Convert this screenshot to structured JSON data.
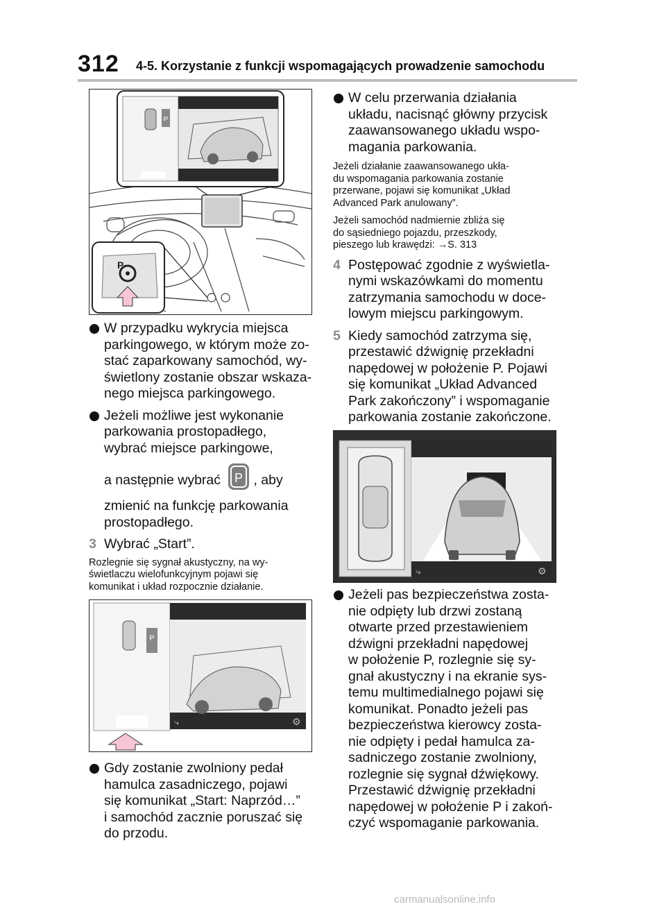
{
  "header": {
    "page_number": "312",
    "section_title": "4-5. Korzystanie z funkcji wspomagających prowadzenie samochodu"
  },
  "left_column": {
    "bullet1_lines": [
      "W przypadku wykrycia miejsca",
      "parkingowego, w którym może zo-",
      "stać zaparkowany samochód, wy-",
      "świetlony zostanie obszar wskaza-",
      "nego miejsca parkingowego."
    ],
    "bullet2_lines": [
      "Jeżeli możliwe jest wykonanie",
      "parkowania prostopadłego,",
      "wybrać miejsce parkingowe,"
    ],
    "bullet2_inline_before": "a następnie wybrać",
    "bullet2_inline_after": ", aby",
    "bullet2_lines_after": [
      "zmienić na funkcję parkowania",
      "prostopadłego."
    ],
    "step3_number": "3",
    "step3_text": "Wybrać „Start”.",
    "step3_note_lines": [
      "Rozlegnie się sygnał akustyczny, na wy-",
      "świetlaczu wielofunkcyjnym pojawi się",
      "komunikat i układ rozpocznie działanie."
    ],
    "bullet3_lines": [
      "Gdy zostanie zwolniony pedał",
      "hamulca zasadniczego, pojawi",
      "się komunikat „Start: Naprzód…”",
      "i samochód zacznie poruszać się",
      "do przodu."
    ]
  },
  "right_column": {
    "bullet1_lines": [
      "W celu przerwania działania",
      "układu, nacisnąć główny przycisk",
      "zaawansowanego układu wspo-",
      "magania parkowania."
    ],
    "note1_lines": [
      "Jeżeli działanie zaawansowanego ukła-",
      "du wspomagania parkowania zostanie",
      "przerwane, pojawi się komunikat „Układ",
      "Advanced Park anulowany”."
    ],
    "note2_lines": [
      "Jeżeli samochód nadmiernie zbliża się",
      "do sąsiedniego pojazdu, przeszkody,",
      "pieszego lub krawędzi: →S. 313"
    ],
    "step4_number": "4",
    "step4_lines": [
      "Postępować zgodnie z wyświetla-",
      "nymi wskazówkami do momentu",
      "zatrzymania samochodu w doce-",
      "lowym miejscu parkingowym."
    ],
    "step5_number": "5",
    "step5_lines": [
      "Kiedy samochód zatrzyma się,",
      "przestawić dźwignię przekładni",
      "napędowej w położenie P. Pojawi",
      "się komunikat „Układ Advanced",
      "Park zakończony” i wspomaganie",
      "parkowania zostanie zakończone."
    ],
    "bullet2_lines": [
      "Jeżeli pas bezpieczeństwa zosta-",
      "nie odpięty lub drzwi zostaną",
      "otwarte przed przestawieniem",
      "dźwigni przekładni napędowej",
      "w położenie P, rozlegnie się sy-",
      "gnał akustyczny i na ekranie sys-",
      "temu multimedialnego pojawi się",
      "komunikat. Ponadto jeżeli pas",
      "bezpieczeństwa kierowcy zosta-",
      "nie odpięty i pedał hamulca za-",
      "sadniczego zostanie zwolniony,",
      "rozlegnie się sygnał dźwiękowy.",
      "Przestawić dźwignię przekładni",
      "napędowej w położenie P i zakoń-",
      "czyć wspomaganie parkowania."
    ]
  },
  "figures": {
    "screen_p_label": "P",
    "button_p_label": "P",
    "inline_icon_label": "P"
  },
  "footer": {
    "watermark": "carmanualsonline.info"
  },
  "colors": {
    "step_number": "#8c8c8c",
    "arrow_pink": "#f6c6d4",
    "screen_dark": "#2a2a2a",
    "screen_light": "#e9e9e9"
  }
}
